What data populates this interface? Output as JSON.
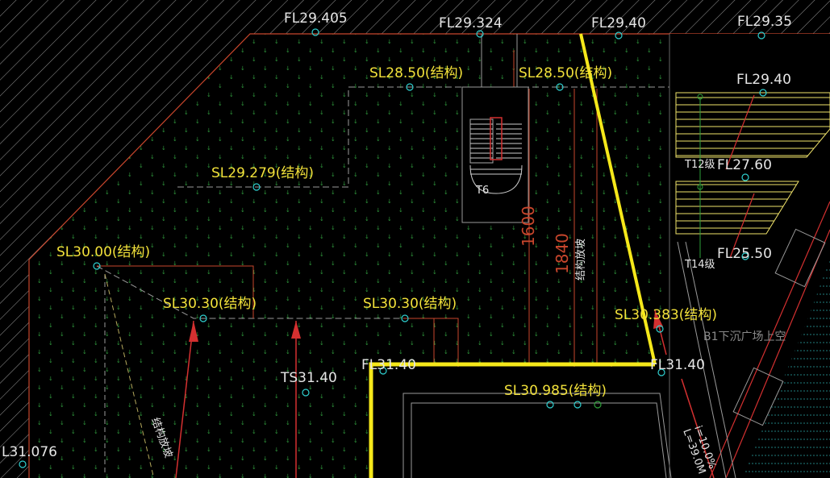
{
  "elevation_labels": {
    "fl_29_405": "FL29.405",
    "fl_29_324": "FL29.324",
    "fl_29_40_top": "FL29.40",
    "fl_29_35": "FL29.35",
    "fl_29_40_right": "FL29.40",
    "fl_27_60": "FL27.60",
    "fl_25_50": "FL25.50",
    "fl_31_40_left": "FL31.40",
    "fl_31_40_right": "FL31.40",
    "l_31_076": "L31.076",
    "ts_31_40": "TS31.40"
  },
  "structure_labels": {
    "sl_28_50_a": "SL28.50(结构)",
    "sl_28_50_b": "SL28.50(结构)",
    "sl_29_279": "SL29.279(结构)",
    "sl_30_00": "SL30.00(结构)",
    "sl_30_30_a": "SL30.30(结构)",
    "sl_30_30_b": "SL30.30(结构)",
    "sl_30_383": "SL30.383(结构)",
    "sl_30_985": "SL30.985(结构)"
  },
  "dimensions": {
    "dim_1600": "1600",
    "dim_1840": "1840"
  },
  "annotations": {
    "slope_note_right": "结构放坡",
    "slope_note_left": "结构放坡",
    "stair_t12": "T12级",
    "stair_t14": "T14级",
    "sunken_plaza": "B1下沉广场上空",
    "slope_pct": "i=10.0%",
    "slope_len": "L=39.0M",
    "stair_num": "T6"
  }
}
